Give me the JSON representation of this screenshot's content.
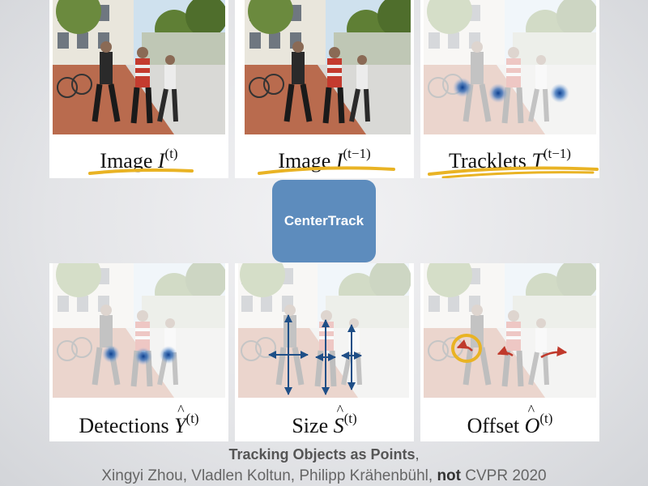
{
  "center_block": {
    "label": "CenterTrack"
  },
  "inputs": [
    {
      "label": "Image",
      "symbol": "I",
      "superscript": "(t)"
    },
    {
      "label": "Image",
      "symbol": "I",
      "superscript": "(t−1)"
    },
    {
      "label": "Tracklets",
      "symbol": "T",
      "superscript": "(t−1)"
    }
  ],
  "outputs": [
    {
      "label": "Detections",
      "symbol": "Y",
      "superscript": "(t)"
    },
    {
      "label": "Size",
      "symbol": "S",
      "superscript": "(t)"
    },
    {
      "label": "Offset",
      "symbol": "O",
      "superscript": "(t)"
    }
  ],
  "caption": {
    "title": "Tracking Objects as Points",
    "title_suffix": ",",
    "authors": "Xingyi Zhou, Vladlen Koltun, Philipp Krähenbühl,",
    "emphasis": "not",
    "venue": "CVPR 2020"
  },
  "colors": {
    "accent_box": "#5d8cbd",
    "underline": "#e9b324",
    "heatmap_dot": "#1e5fa8",
    "size_arrow": "#1f4f87",
    "offset_arrow": "#c0392b",
    "offset_circle": "#e9b324"
  }
}
